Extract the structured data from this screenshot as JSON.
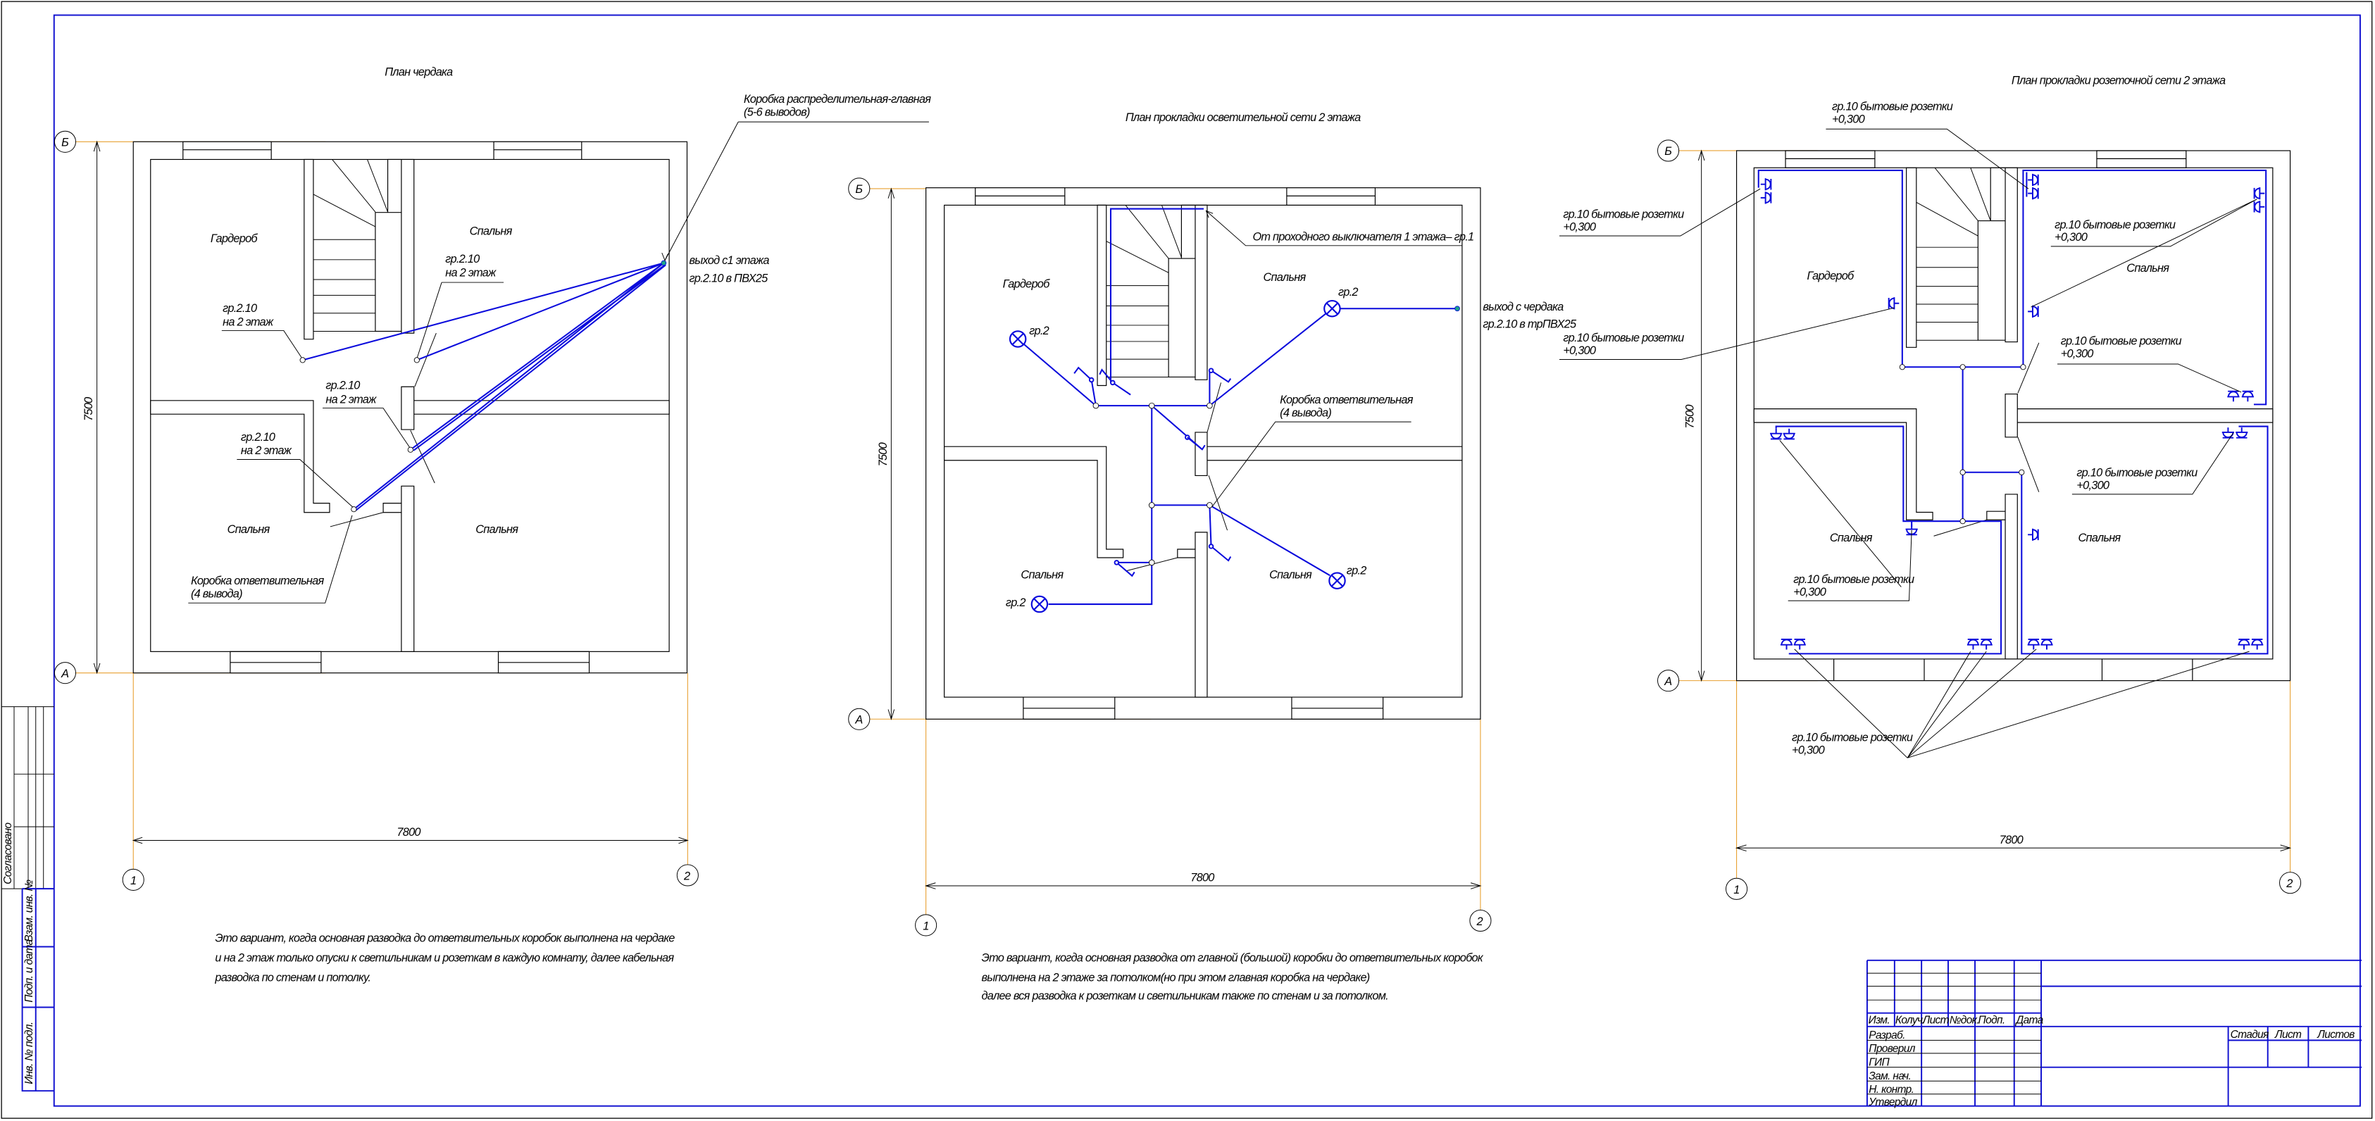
{
  "colors": {
    "frame": "#1010d0",
    "wiring": "#0a0adc",
    "axis_line": "#e8a030",
    "junction_point": "#1aa38a"
  },
  "attic_plan": {
    "title": "План чердака",
    "rooms": [
      "Гардероб",
      "Спальня",
      "Спальня",
      "Спальня"
    ],
    "main_box": {
      "line1": "Коробка распределительная-главная",
      "line2": "(5-6 выводов)"
    },
    "exit": {
      "line1": "выход с1 этажа",
      "line2": "гр.2.10 в ПВХ25"
    },
    "drops": [
      {
        "line1": "гр.2.10",
        "line2": "на 2 этаж"
      },
      {
        "line1": "гр.2.10",
        "line2": "на 2 этаж"
      },
      {
        "line1": "гр.2.10",
        "line2": "на 2 этаж"
      },
      {
        "line1": "гр.2.10",
        "line2": "на 2 этаж"
      }
    ],
    "branch_box": {
      "line1": "Коробка ответвительная",
      "line2": "(4 вывода)"
    },
    "dims": {
      "height": "7500",
      "width": "7800"
    },
    "axes": {
      "top": "Б",
      "bottom": "А",
      "left": "1",
      "right": "2"
    }
  },
  "lighting_plan": {
    "title": "План  прокладки осветительной сети 2 этажа",
    "rooms": [
      "Гардероб",
      "Спальня",
      "Спальня",
      "Спальня"
    ],
    "lamp_group": "гр.2",
    "switch_note": "От проходного выключателя 1 этажа– гр.1",
    "branch_box": {
      "line1": "Коробка ответвительная",
      "line2": "(4 вывода)"
    },
    "exit": {
      "line1": "выход с чердака",
      "line2": "гр.2.10 в трПВХ25"
    },
    "dims": {
      "height": "7500",
      "width": "7800"
    },
    "axes": {
      "top": "Б",
      "bottom": "А",
      "left": "1",
      "right": "2"
    }
  },
  "socket_plan": {
    "title": "План  прокладки розеточной сети 2 этажа",
    "rooms": [
      "Гардероб",
      "Спальня",
      "Спальня",
      "Спальня"
    ],
    "socket_label": {
      "line1": "гр.10 бытовые розетки",
      "line2": "+0,300"
    },
    "dims": {
      "height": "7500",
      "width": "7800"
    },
    "axes": {
      "top": "Б",
      "bottom": "А",
      "left": "1",
      "right": "2"
    }
  },
  "notes": {
    "left": [
      "Это вариант, когда основная разводка до ответвительных коробок выполнена на чердаке",
      "и на 2 этаж только опуски к светильникам и розеткам в каждую комнату, далее кабельная",
      "разводка по стенам и потолку."
    ],
    "middle": [
      "Это вариант, когда основная разводка от главной (большой) коробки до ответвительных коробок",
      " выполнена на 2 этаже за потолком(но при этом главная коробка на чердаке)",
      "далее вся разводка к розеткам и светильникам также по стенам и за потолком."
    ]
  },
  "title_block": {
    "headers": [
      "Изм.",
      "Колуч.",
      "Лист",
      "№док.",
      "Подп.",
      "Дата"
    ],
    "roles": [
      "Разраб.",
      "Проверил",
      "ГИП",
      "Зам. нач.",
      "Н. контр.",
      "Утвердил"
    ],
    "stage_headers": [
      "Стадия",
      "Лист",
      "Листов"
    ]
  },
  "side_stamp": {
    "agreed": "Согласовано",
    "fields": [
      "Взам. инв. №",
      "Подп. и дата",
      "Инв. № подл."
    ]
  }
}
